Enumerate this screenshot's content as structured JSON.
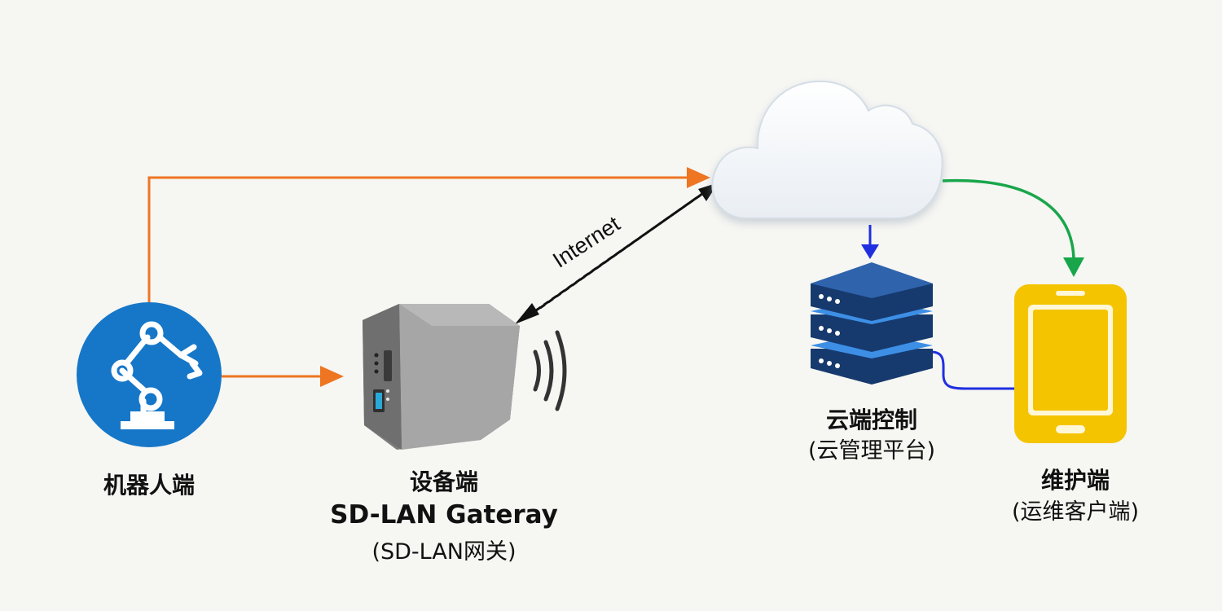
{
  "nodes": {
    "robot": {
      "title": "机器人端"
    },
    "gateway": {
      "title": "设备端",
      "subtitle": "SD-LAN Gateray",
      "note": "(SD-LAN网关)"
    },
    "cloud_server": {
      "title": "云端控制",
      "subtitle": "(云管理平台)"
    },
    "maintenance": {
      "title": "维护端",
      "subtitle": "(运维客户端)"
    }
  },
  "links": {
    "internet": {
      "label": "Internet"
    }
  },
  "colors": {
    "robot_circle": "#1677c8",
    "orange_arrow": "#ee7522",
    "green_arrow": "#19a64a",
    "blue_arrow": "#1f2fe0",
    "server_dark": "#173a6e",
    "server_light": "#3d8fe6",
    "phone_yellow": "#f5c400",
    "gateway_gray": "#9a9a9a"
  },
  "icons": [
    "robot-arm-icon",
    "gateway-box-icon",
    "wifi-waves-icon",
    "cloud-icon",
    "server-stack-icon",
    "smartphone-icon"
  ]
}
